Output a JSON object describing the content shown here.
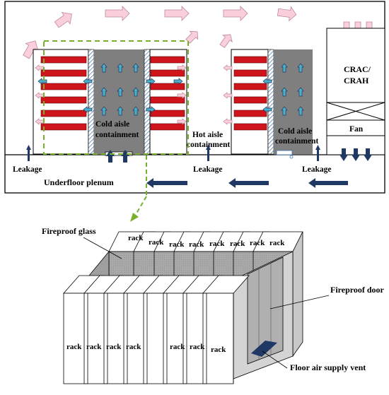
{
  "labels": {
    "crac_line1": "CRAC/",
    "crac_line2": "CRAH",
    "fan": "Fan",
    "cold_aisle_1_line1": "Cold aisle",
    "cold_aisle_1_line2": "containment",
    "hot_aisle_line1": "Hot aisle",
    "hot_aisle_line2": "containment",
    "cold_aisle_2_line1": "Cold aisle",
    "cold_aisle_2_line2": "containment",
    "leakage_left": "Leakage",
    "leakage_mid": "Leakage",
    "leakage_right": "Leakage",
    "underfloor_plenum": "Underfloor plenum",
    "fireproof_glass": "Fireproof glass",
    "fireproof_door": "Fireproof door",
    "floor_vent": "Floor air supply vent",
    "rack": "rack"
  },
  "colors": {
    "return_air_arrow": "#f9cfdc",
    "rack_unit": "#d0141c",
    "containment_fill": "#7f7f7f",
    "cold_arrow": "#4bb0c8",
    "supply_arrow": "#1f3864",
    "callout_dash": "#77b02c",
    "glass_fill": "#a6a6a6"
  },
  "icons": {
    "return_arrow": "pink-block-arrow",
    "cold_arrow": "teal-up-arrow",
    "supply_arrow": "navy-left-arrow",
    "fan": "fan-cross-box"
  }
}
